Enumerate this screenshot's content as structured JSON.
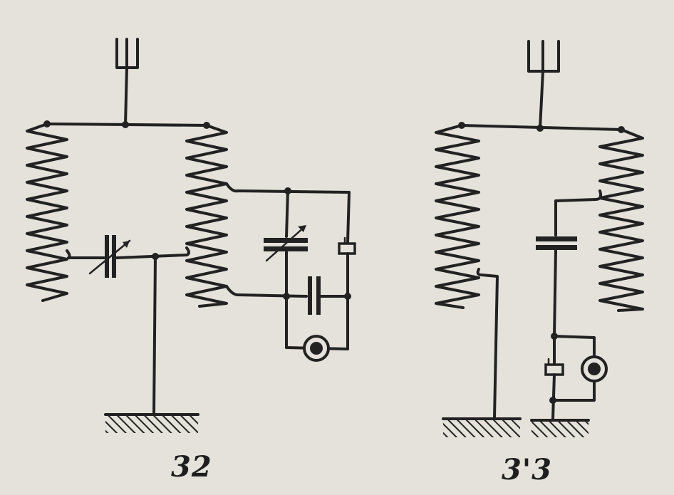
{
  "figures": [
    {
      "id": "fig-32",
      "label": "32"
    },
    {
      "id": "fig-33",
      "label": "3'3"
    }
  ],
  "colors": {
    "ink": "#222222",
    "paper": "#e4e2db"
  }
}
